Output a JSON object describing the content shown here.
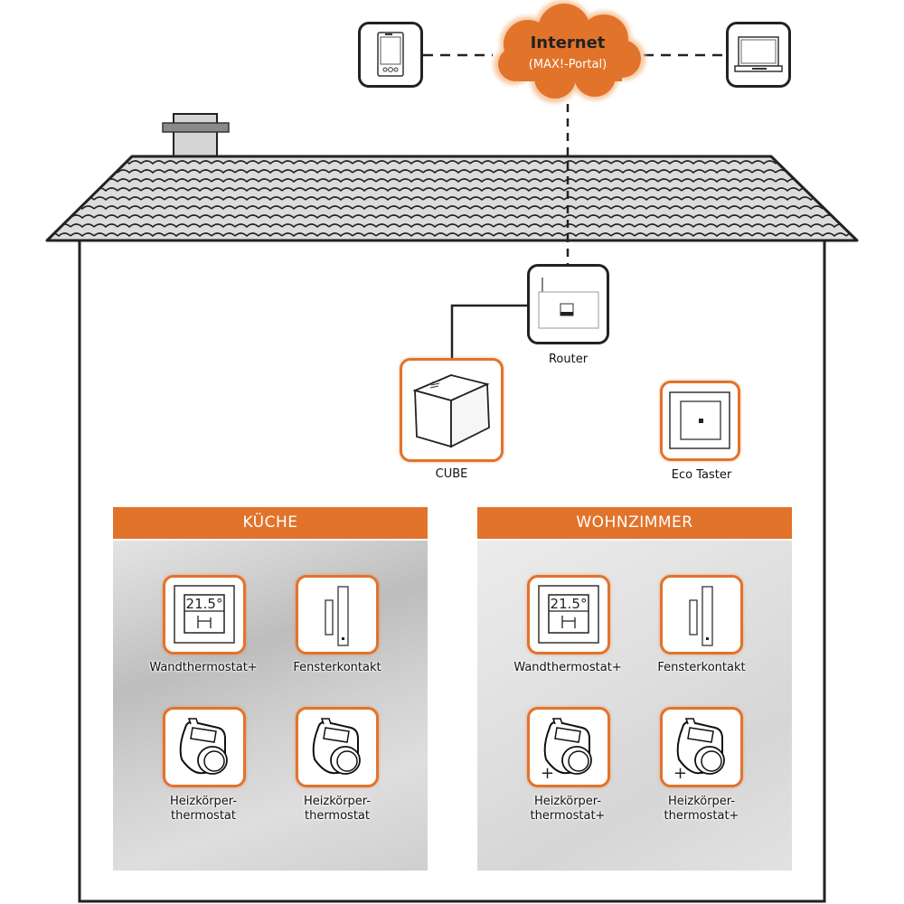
{
  "cloud": {
    "title": "Internet",
    "subtitle": "(MAX!-Portal)",
    "color": "#e2732b"
  },
  "remote_devices": [
    {
      "id": "smartphone",
      "icon": "smartphone-icon"
    },
    {
      "id": "laptop",
      "icon": "laptop-icon"
    }
  ],
  "network": {
    "router": {
      "label": "Router",
      "icon": "router-icon"
    },
    "cube": {
      "label": "CUBE",
      "icon": "cube-icon"
    },
    "eco_taster": {
      "label": "Eco Taster",
      "icon": "eco-switch-icon"
    }
  },
  "rooms": [
    {
      "name": "KÜCHE",
      "devices": [
        {
          "label": "Wandthermostat+",
          "icon": "wall-thermostat-icon",
          "display": "21.5°"
        },
        {
          "label": "Fensterkontakt",
          "icon": "window-contact-icon"
        },
        {
          "label": "Heizkörper-\nthermostat",
          "label_line1": "Heizkörper-",
          "label_line2": "thermostat",
          "icon": "radiator-thermostat-icon"
        },
        {
          "label": "Heizkörper-\nthermostat",
          "label_line1": "Heizkörper-",
          "label_line2": "thermostat",
          "icon": "radiator-thermostat-icon"
        }
      ]
    },
    {
      "name": "WOHNZIMMER",
      "devices": [
        {
          "label": "Wandthermostat+",
          "icon": "wall-thermostat-icon",
          "display": "21.5°"
        },
        {
          "label": "Fensterkontakt",
          "icon": "window-contact-icon"
        },
        {
          "label": "Heizkörper-\nthermostat+",
          "label_line1": "Heizkörper-",
          "label_line2": "thermostat+",
          "icon": "radiator-thermostat-plus-icon",
          "badge": "+"
        },
        {
          "label": "Heizkörper-\nthermostat+",
          "label_line1": "Heizkörper-",
          "label_line2": "thermostat+",
          "icon": "radiator-thermostat-plus-icon",
          "badge": "+"
        }
      ]
    }
  ],
  "colors": {
    "accent": "#e2732b",
    "outline": "#222222",
    "roof": "#d9d9d9"
  }
}
